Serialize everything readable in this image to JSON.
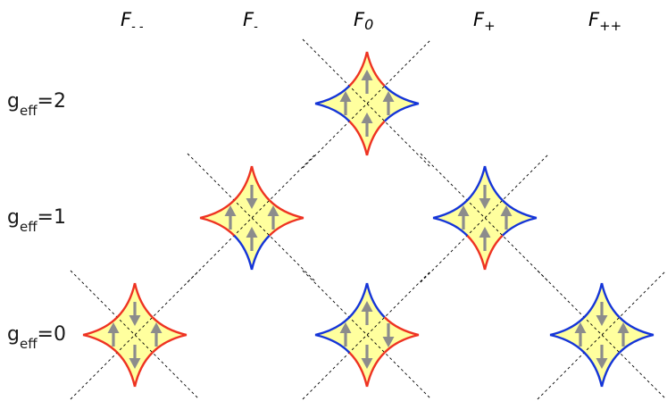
{
  "columns": {
    "f_mm": "F",
    "f_mm_sub": "- -",
    "f_m": "F",
    "f_m_sub": "-",
    "f_0": "F",
    "f_0_sub": "0",
    "f_p": "F",
    "f_p_sub": "+",
    "f_pp": "F",
    "f_pp_sub": "++"
  },
  "rows": {
    "g2_base": "g",
    "g2_sub": "eff",
    "g2_val": "=2",
    "g1_base": "g",
    "g1_sub": "eff",
    "g1_val": "=1",
    "g0_base": "g",
    "g0_sub": "eff",
    "g0_val": "=0"
  },
  "colors": {
    "fill": "#ffff9e",
    "red_edge": "#ee3322",
    "blue_edge": "#1535d8",
    "arrow": "#8c8c8c",
    "dashed": "#000000"
  },
  "tiles": [
    {
      "col": 2,
      "row": 0,
      "top": "red",
      "bottom": "red",
      "left": "blue",
      "right": "blue",
      "arrows": {
        "top": "up",
        "bottom": "up",
        "left": "up",
        "right": "up"
      }
    },
    {
      "col": 1,
      "row": 1,
      "top": "red",
      "bottom": "blue",
      "left": "red",
      "right": "red",
      "arrows": {
        "top": "down",
        "bottom": "up",
        "left": "up",
        "right": "up"
      }
    },
    {
      "col": 3,
      "row": 1,
      "top": "blue",
      "bottom": "red",
      "left": "blue",
      "right": "blue",
      "arrows": {
        "top": "down",
        "bottom": "up",
        "left": "up",
        "right": "up"
      }
    },
    {
      "col": 0,
      "row": 2,
      "top": "red",
      "bottom": "red",
      "left": "red",
      "right": "red",
      "arrows": {
        "top": "down",
        "bottom": "down",
        "left": "up",
        "right": "up"
      }
    },
    {
      "col": 2,
      "row": 2,
      "top": "blue",
      "bottom": "red",
      "left": "blue",
      "right": "red",
      "arrows": {
        "top": "up",
        "bottom": "down",
        "left": "up",
        "right": "down"
      }
    },
    {
      "col": 4,
      "row": 2,
      "top": "blue",
      "bottom": "blue",
      "left": "blue",
      "right": "blue",
      "arrows": {
        "top": "down",
        "bottom": "down",
        "left": "up",
        "right": "up"
      }
    }
  ]
}
